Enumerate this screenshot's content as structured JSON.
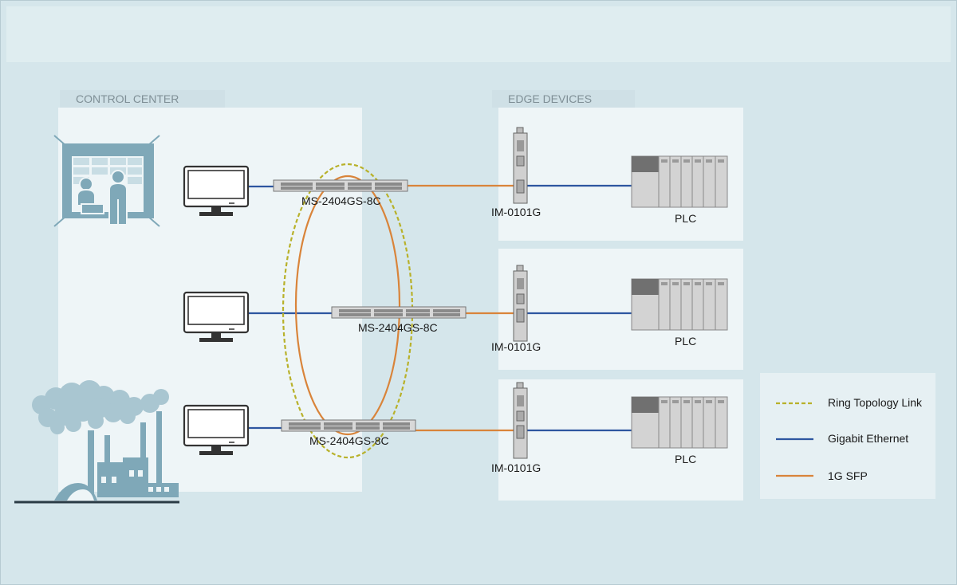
{
  "sections": {
    "control_center": "CONTROL CENTER",
    "edge_devices": "EDGE DEVICES"
  },
  "switches": [
    {
      "label": "MS-2404GS-8C"
    },
    {
      "label": "MS-2404GS-8C"
    },
    {
      "label": "MS-2404GS-8C"
    }
  ],
  "converters": [
    {
      "label": "IM-0101G"
    },
    {
      "label": "IM-0101G"
    },
    {
      "label": "IM-0101G"
    }
  ],
  "plcs": [
    {
      "label": "PLC"
    },
    {
      "label": "PLC"
    },
    {
      "label": "PLC"
    }
  ],
  "legend": {
    "items": [
      {
        "label": "Ring Topology Link",
        "style": "dashed",
        "color": "#b8b12a"
      },
      {
        "label": "Gigabit Ethernet",
        "style": "solid",
        "color": "#2d56a0"
      },
      {
        "label": "1G SFP",
        "style": "solid",
        "color": "#d9843a"
      }
    ]
  },
  "colors": {
    "gigabit": "#2d56a0",
    "sfp": "#d9843a",
    "ring": "#b8b12a",
    "panel": "#eef5f7",
    "icon": "#7fa8b8"
  }
}
